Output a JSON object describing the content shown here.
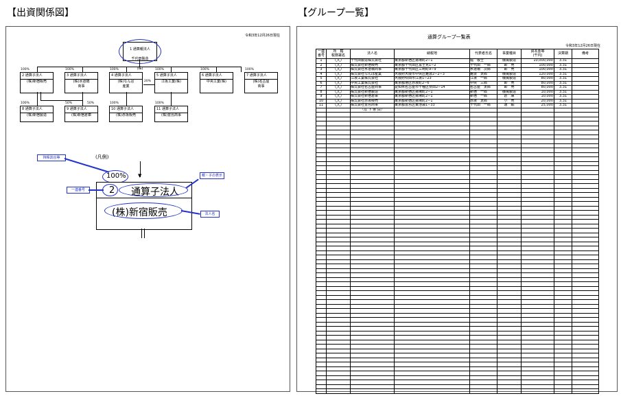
{
  "headings": {
    "left": "【出資関係図】",
    "right": "【グループ一覧】"
  },
  "diagram": {
    "date": "令和3年12月26日現在",
    "parent": {
      "line1": "1  通算親法人",
      "line2": "千代田製造",
      "line3": "(株)"
    },
    "level1": [
      {
        "pct": "100%",
        "line1": "2  通算子法人",
        "line2": "(株)新宿販売"
      },
      {
        "pct": "100%",
        "line1": "3  通算子法人",
        "line2": "(株)水道橋\n商事"
      },
      {
        "pct": "100%",
        "line1": "4  通算子法人",
        "line2": "(株)なんば\n産業"
      },
      {
        "pct": "100%",
        "line1": "5  通算子法人",
        "line2": "江坂工業(株)"
      },
      {
        "pct": "100%",
        "line1": "6  通算子法人",
        "line2": "中央工業(株)"
      },
      {
        "pct": "100%",
        "line1": "7  通算子法人",
        "line2": "(株)名古屋\n商事"
      }
    ],
    "level2": [
      {
        "pct": "100%",
        "line1": "8  通算子法人",
        "line2": "(株)新宿製造"
      },
      {
        "pct": "50%",
        "pct2": "50%",
        "line1": "9  通算子法人",
        "line2": "(株)新宿倉庫"
      },
      {
        "pct": "100%",
        "line1": "10  通算子法人",
        "line2": "(株)赤坂販売"
      },
      {
        "pct": "100%",
        "line1": "11  通算子法人",
        "line2": "(株)豊島商事"
      }
    ],
    "mid_pct": "20%",
    "legend": {
      "title": "(凡例)",
      "pct": "100%",
      "num": "2",
      "label": "通算子法人",
      "name": "(株)新宿販売",
      "tag_ratio": "持株割合等",
      "tag_number": "一連番号",
      "tag_relation": "親・子の表示",
      "tag_corp": "法人名"
    }
  },
  "list": {
    "title": "通算グループ一覧表",
    "date": "令和3年12月26日現在",
    "headers": [
      "一連\n番号",
      "所　轄\n税務署名",
      "法人名",
      "納税地",
      "代表者氏名",
      "事業種目",
      "資本金等\n(千円)",
      "決算期",
      "備考"
    ],
    "rows": [
      [
        "1",
        "〇〇",
        "千代田製造株式会社",
        "東京都新宿区揚場町2−1",
        "堀　敬士",
        "機械製造",
        "10,000,000",
        "3.31",
        ""
      ],
      [
        "2",
        "〇〇",
        "株式会社新宿販売",
        "東京都千代田区富士見1−2",
        "千代田　一郎",
        "卸　売",
        "100,000",
        "3.31",
        ""
      ],
      [
        "3",
        "〇〇",
        "株式会社水道橋商事",
        "東京都千代田区三崎町9−9",
        "水道橋　次郎",
        "卸　売",
        "100,000",
        "3.31",
        ""
      ],
      [
        "4",
        "〇〇",
        "株式会社なんば産業",
        "大阪府大阪市中央区難波2−2−3",
        "難波　太郎",
        "機械製造",
        "120,000",
        "3.31",
        ""
      ],
      [
        "5",
        "〇〇",
        "江坂工業株式会社",
        "大阪府吹田市江坂1−23",
        "江坂　一郎",
        "機械製造",
        "80,000",
        "3.31",
        ""
      ],
      [
        "6",
        "〇〇",
        "中央工業株式会社",
        "東京都港区赤坂町2−6",
        "中央　三郎",
        "卸　売",
        "80,000",
        "3.31",
        ""
      ],
      [
        "7",
        "〇〇",
        "株式会社名古屋商事",
        "愛知県名古屋市千種区伏田2−14",
        "名古屋　太郎",
        "卸　売",
        "80,000",
        "3.31",
        ""
      ],
      [
        "8",
        "〇〇",
        "株式会社新宿製造",
        "東京都新宿区揚場町2−1",
        "新宿　一郎",
        "機械製造",
        "10,000",
        "3.31",
        ""
      ],
      [
        "9",
        "〇〇",
        "株式会社新宿倉庫",
        "東京都新宿区揚場町2−1",
        "新宿　一郎",
        "倉　庫",
        "10,000",
        "3.31",
        ""
      ],
      [
        "10",
        "〇〇",
        "株式会社赤坂販売",
        "東京都新宿区揚場町2−1",
        "赤坂　太郎",
        "小　売",
        "20,000",
        "3.31",
        ""
      ],
      [
        "11",
        "〇〇",
        "株式会社豊島商事",
        "東京都豊島区東池袋1−33",
        "千代田　一郎",
        "運　輸",
        "25,000",
        "3.31",
        ""
      ]
    ],
    "end_note": "（以 下 余 白）",
    "blank_rows": 63
  }
}
